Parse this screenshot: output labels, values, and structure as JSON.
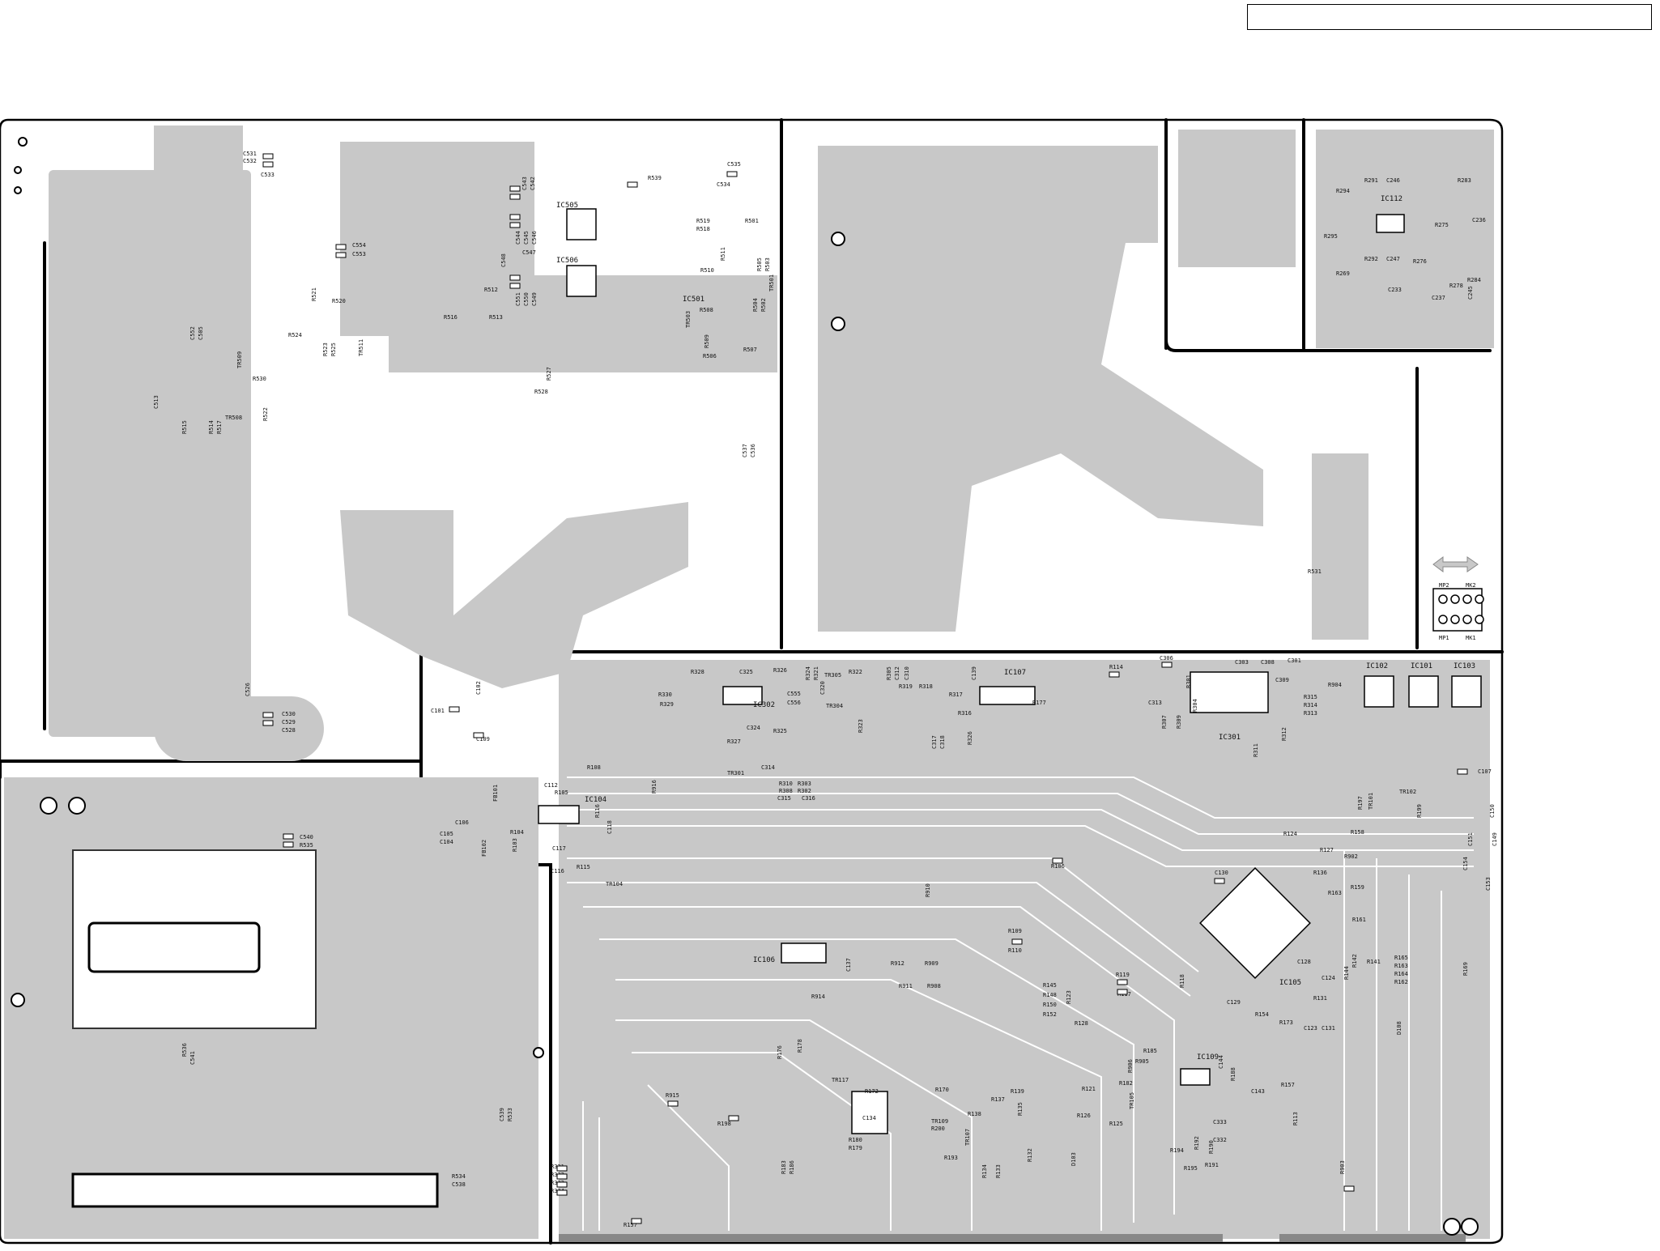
{
  "header": {
    "title_box_text": ""
  },
  "colors": {
    "copper": "#c8c8c8",
    "outline": "#000000",
    "background": "#ffffff",
    "component": "#000000"
  },
  "connectors": {
    "arrow": "arrow-icon",
    "mounting_hole": "mounting-hole-icon"
  },
  "ic_labels": {
    "IC505": "IC505",
    "IC506": "IC506",
    "IC501": "IC501",
    "IC302": "IC302",
    "IC107": "IC107",
    "IC301": "IC301",
    "IC102": "IC102",
    "IC101": "IC101",
    "IC103": "IC103",
    "IC104": "IC104",
    "IC106": "IC106",
    "IC105": "IC105",
    "IC109": "IC109",
    "IC112": "IC112"
  },
  "jumpers": {
    "MP2": "MP2",
    "MK2": "MK2",
    "MP1": "MP1",
    "MK1": "MK1"
  },
  "transistors": {
    "TR509": "TR509",
    "TR508": "TR508",
    "TR511": "TR511",
    "TR503": "TR503",
    "TR501": "TR501",
    "TR305": "TR305",
    "TR304": "TR304",
    "TR301": "TR301",
    "TR101": "TR101",
    "TR102": "TR102",
    "TR104": "TR104",
    "TR117": "TR117",
    "TR107": "TR107",
    "TR109": "TR109",
    "TR105": "TR105"
  },
  "connector_ids": {
    "FB101": "FB101",
    "FB102": "FB102",
    "D103": "D103",
    "D108": "D108"
  },
  "capacitors": {
    "C531": "C531",
    "C532": "C532",
    "C533": "C533",
    "C554": "C554",
    "C553": "C553",
    "C552": "C552",
    "C505": "C505",
    "C513": "C513",
    "C543": "C543",
    "C542": "C542",
    "C544": "C544",
    "C545": "C545",
    "C546": "C546",
    "C547": "C547",
    "C548": "C548",
    "C551": "C551",
    "C550": "C550",
    "C549": "C549",
    "C535": "C535",
    "C534": "C534",
    "C537": "C537",
    "C536": "C536",
    "C526": "C526",
    "C530": "C530",
    "C529": "C529",
    "C528": "C528",
    "C540": "C540",
    "C541": "C541",
    "C539": "C539",
    "C538": "C538",
    "C101": "C101",
    "C102": "C102",
    "C109": "C109",
    "C112": "C112",
    "C106": "C106",
    "C105": "C105",
    "C104": "C104",
    "C117": "C117",
    "C118": "C118",
    "C116": "C116",
    "C325": "C325",
    "C324": "C324",
    "C555": "C555",
    "C556": "C556",
    "C320": "C320",
    "C315": "C315",
    "C316": "C316",
    "C314": "C314",
    "C312": "C312",
    "C310": "C310",
    "C139": "C139",
    "C317": "C317",
    "C318": "C318",
    "C306": "C306",
    "C303": "C303",
    "C308": "C308",
    "C301": "C301",
    "C309": "C309",
    "C313": "C313",
    "C107": "C107",
    "C150": "C150",
    "C149": "C149",
    "C151": "C151",
    "C154": "C154",
    "C153": "C153",
    "C130": "C130",
    "C128": "C128",
    "C124": "C124",
    "C129": "C129",
    "C123": "C123",
    "C131": "C131",
    "C137": "C137",
    "C144": "C144",
    "C143": "C143",
    "C333": "C333",
    "C332": "C332",
    "C134": "C134",
    "C246": "C246",
    "C236": "C236",
    "C247": "C247",
    "C233": "C233",
    "C237": "C237",
    "C245": "C245"
  },
  "resistors": {
    "R539": "R539",
    "R521": "R521",
    "R520": "R520",
    "R524": "R524",
    "R523": "R523",
    "R525": "R525",
    "R530": "R530",
    "R522": "R522",
    "R515": "R515",
    "R514": "R514",
    "R517": "R517",
    "R516": "R516",
    "R512": "R512",
    "R513": "R513",
    "R527": "R527",
    "R528": "R528",
    "R519": "R519",
    "R518": "R518",
    "R501": "R501",
    "R511": "R511",
    "R510": "R510",
    "R508": "R508",
    "R509": "R509",
    "R506": "R506",
    "R507": "R507",
    "R504": "R504",
    "R502": "R502",
    "R505": "R505",
    "R503": "R503",
    "R531": "R531",
    "R535": "R535",
    "R536": "R536",
    "R533": "R533",
    "R534": "R534",
    "R331": "R331",
    "R332": "R332",
    "R333": "R333",
    "R334": "R334",
    "R105": "R105",
    "R104": "R104",
    "R103": "R103",
    "R116": "R116",
    "R115": "R115",
    "R108": "R108",
    "R916": "R916",
    "R328": "R328",
    "R326": "R326",
    "R330": "R330",
    "R329": "R329",
    "R324": "R324",
    "R321": "R321",
    "R322": "R322",
    "R325": "R325",
    "R327": "R327",
    "R323": "R323",
    "R310": "R310",
    "R303": "R303",
    "R308": "R308",
    "R302": "R302",
    "R305": "R305",
    "R319": "R319",
    "R318": "R318",
    "R317": "R317",
    "R316": "R316",
    "R326b": "R326",
    "R177": "R177",
    "R114": "R114",
    "R301": "R301",
    "R904": "R904",
    "R315": "R315",
    "R314": "R314",
    "R313": "R313",
    "R312": "R312",
    "R311": "R311",
    "R307": "R307",
    "R309": "R309",
    "R304": "R304",
    "R197": "R197",
    "R199": "R199",
    "R124": "R124",
    "R127": "R127",
    "R136": "R136",
    "R902": "R902",
    "R158": "R158",
    "R159": "R159",
    "R163": "R163",
    "R161": "R161",
    "R106": "R106",
    "R910": "R910",
    "R109": "R109",
    "R110": "R110",
    "R912": "R912",
    "R909": "R909",
    "R911": "R911",
    "R908": "R908",
    "R914": "R914",
    "R145": "R145",
    "R148": "R148",
    "R150": "R150",
    "R152": "R152",
    "R123": "R123",
    "R128": "R128",
    "R119": "R119",
    "R117": "R117",
    "R118": "R118",
    "R144": "R144",
    "R142": "R142",
    "R141": "R141",
    "R165": "R165",
    "R163b": "R163",
    "R164": "R164",
    "R162": "R162",
    "R169": "R169",
    "R139": "R139",
    "R131": "R131",
    "R154": "R154",
    "R173": "R173",
    "R176": "R176",
    "R178": "R178",
    "R915": "R915",
    "R198": "R198",
    "R172": "R172",
    "R170": "R170",
    "R137": "R137",
    "R138": "R138",
    "R135": "R135",
    "R200": "R200",
    "R193": "R193",
    "R185": "R185",
    "R182": "R182",
    "R905": "R905",
    "R906": "R906",
    "R188": "R188",
    "R157": "R157",
    "R113": "R113",
    "R903": "R903",
    "R157b": "R157",
    "R194": "R194",
    "R195": "R195",
    "R191": "R191",
    "R190": "R190",
    "R192": "R192",
    "R180": "R180",
    "R179": "R179",
    "R183": "R183",
    "R186": "R186",
    "R134": "R134",
    "R133": "R133",
    "R132": "R132",
    "R126": "R126",
    "R125": "R125",
    "R121": "R121",
    "R291": "R291",
    "R283": "R283",
    "R294": "R294",
    "R275": "R275",
    "R295": "R295",
    "R292": "R292",
    "R276": "R276",
    "R269": "R269",
    "R284": "R284",
    "R278": "R278"
  }
}
